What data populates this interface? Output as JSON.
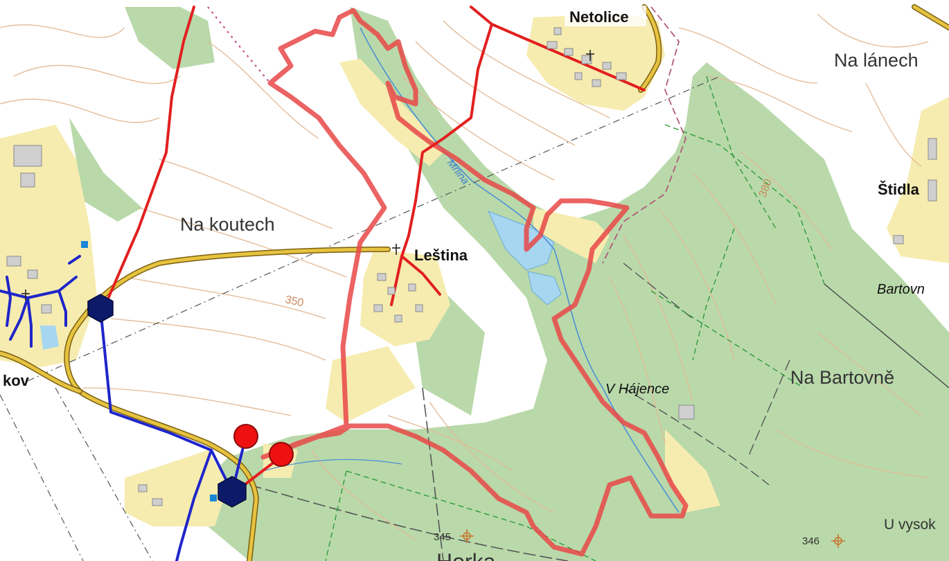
{
  "map": {
    "colors": {
      "forest": "#b9d9aa",
      "built": "#f6ecb0",
      "water": "#a6d6f0",
      "road_yellow": "#e6c340",
      "route_red": "#e21f1f",
      "boundary_red": "#e84848",
      "network_blue": "#1f25c9",
      "node_navy": "#0d1a6a",
      "contour": "#e2b995"
    },
    "labels": {
      "netolice": "Netolice",
      "na_lanech": "Na lánech",
      "stidla": "Štidla",
      "bartovne_partial": "Bartovn",
      "na_koutech": "Na koutech",
      "lestina": "Leština",
      "mrlina": "Mrlina",
      "contour_350": "350",
      "contour_380": "380",
      "v_hajence": "V Hájence",
      "na_bartovne": "Na Bartovně",
      "kov_partial": "kov",
      "u_vysok_partial": "U vysok",
      "elev_345": "345",
      "elev_346": "346",
      "horka_partial": "Horka"
    }
  }
}
